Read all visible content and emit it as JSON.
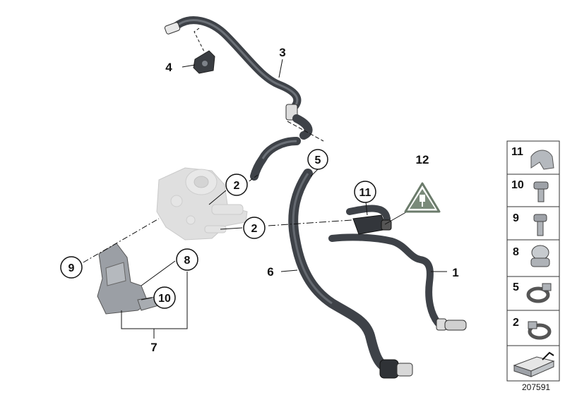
{
  "diagram": {
    "callouts": {
      "c1": "1",
      "c2a": "2",
      "c2b": "2",
      "c3": "3",
      "c4": "4",
      "c5": "5",
      "c6": "6",
      "c7": "7",
      "c8": "8",
      "c9": "9",
      "c10": "10",
      "c11": "11",
      "c12": "12"
    },
    "legend": [
      "11",
      "10",
      "9",
      "8",
      "5",
      "2"
    ],
    "reference_number": "207591",
    "colors": {
      "hose": "#4d5259",
      "hose_highlight": "#8a9098",
      "pump_ghost": "#d9d9d9",
      "line": "#111111",
      "warning_fill": "#7a8a7a"
    }
  }
}
